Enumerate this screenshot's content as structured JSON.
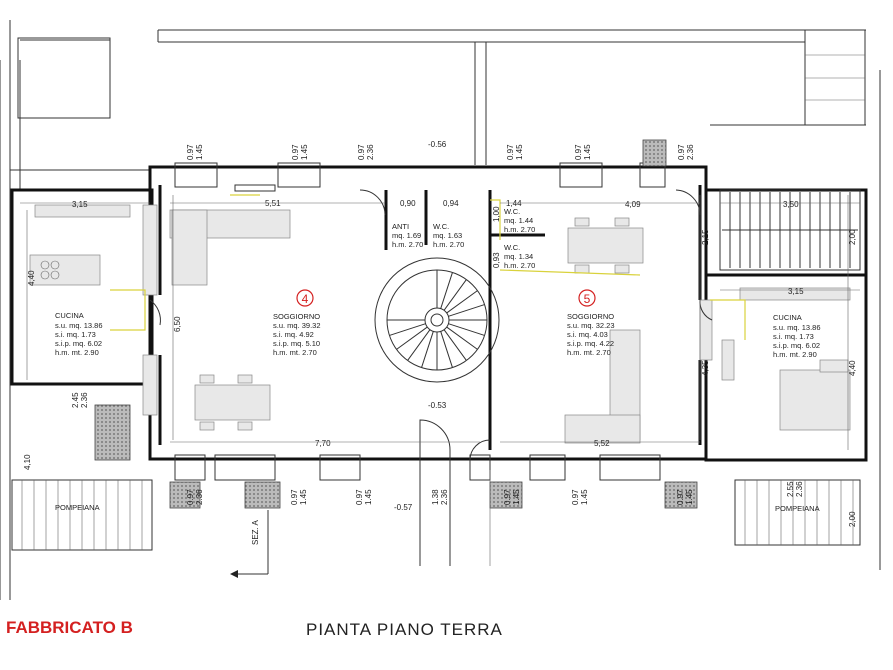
{
  "title_building": "FABBRICATO B",
  "title_plan": "PIANTA  PIANO  TERRA",
  "colors": {
    "red": "#d42020",
    "yellow": "#d9d23c"
  },
  "unit_numbers": {
    "left": "4",
    "right": "5"
  },
  "elevations": [
    "-0.56",
    "-0.53",
    "-0.57"
  ],
  "section_label": "SEZ. A",
  "rooms": {
    "cucina_left": {
      "name": "CUCINA",
      "l1": "s.u.   mq. 13.86",
      "l2": "s.i.    mq. 1.73",
      "l3": "s.i.p.  mq. 6.02",
      "l4": "h.m.  mt.  2.90"
    },
    "soggiorno_left": {
      "name": "SOGGIORNO",
      "l1": "s.u.   mq. 39.32",
      "l2": "s.i.    mq. 4.92",
      "l3": "s.i.p.  mq. 5.10",
      "l4": "h.m.  mt.  2.70"
    },
    "anti": {
      "name": "ANTI",
      "l1": "mq.  1.69",
      "l2": "h.m. 2.70"
    },
    "wc_left": {
      "name": "W.C.",
      "l1": "mq.  1.63",
      "l2": "h.m. 2.70"
    },
    "wc_right1": {
      "name": "W.C.",
      "l1": "mq.  1.44",
      "l2": "h.m. 2.70"
    },
    "wc_right2": {
      "name": "W.C.",
      "l1": "mq.  1.34",
      "l2": "h.m. 2.70"
    },
    "soggiorno_right": {
      "name": "SOGGIORNO",
      "l1": "s.u.   mq. 32.23",
      "l2": "s.i.    mq. 4.03",
      "l3": "s.i.p.  mq. 4.22",
      "l4": "h.m.  mt.  2.70"
    },
    "cucina_right": {
      "name": "CUCINA",
      "l1": "s.u.   mq. 13.86",
      "l2": "s.i.    mq. 1.73",
      "l3": "s.i.p.  mq. 6.02",
      "l4": "h.m.  mt.  2.90"
    },
    "pompeiana_left": {
      "name": "POMPEIANA"
    },
    "pompeiana_right": {
      "name": "POMPEIANA"
    }
  },
  "dimensions": {
    "d315_left": "3,15",
    "d551": "5,51",
    "d090": "0,90",
    "d094": "0,94",
    "d144": "1,44",
    "d100": "1,00",
    "d409": "4,09",
    "d350": "3,50",
    "d215": "2,15",
    "d200_top": "2,00",
    "d315_right": "3,15",
    "d440_left": "4,40",
    "d650": "6,50",
    "d093": "0,93",
    "d435": "4,35",
    "d440_right": "4,40",
    "d770": "7,70",
    "d552": "5,52",
    "d410": "4,10",
    "d200_bot": "2,00",
    "w1a": "0.97",
    "w1b": "1.45",
    "w2a": "0.97",
    "w2b": "1.45",
    "w3a": "0.97",
    "w3b": "2.36",
    "w4a": "0.97",
    "w4b": "1.45",
    "w5a": "0.97",
    "w5b": "1.45",
    "w6a": "0.97",
    "w6b": "2.36",
    "b1a": "0.97",
    "b1b": "2.36",
    "b2a": "0.97",
    "b2b": "1.45",
    "b3a": "0.97",
    "b3b": "1.45",
    "b4a": "1.38",
    "b4b": "2.36",
    "b5a": "0.97",
    "b5b": "1.45",
    "b6a": "0.97",
    "b6b": "1.45",
    "b7a": "0.97",
    "b7b": "1.45",
    "b8a": "2.55",
    "b8b": "2.36",
    "b9a": "2.45",
    "b9b": "2.36"
  }
}
